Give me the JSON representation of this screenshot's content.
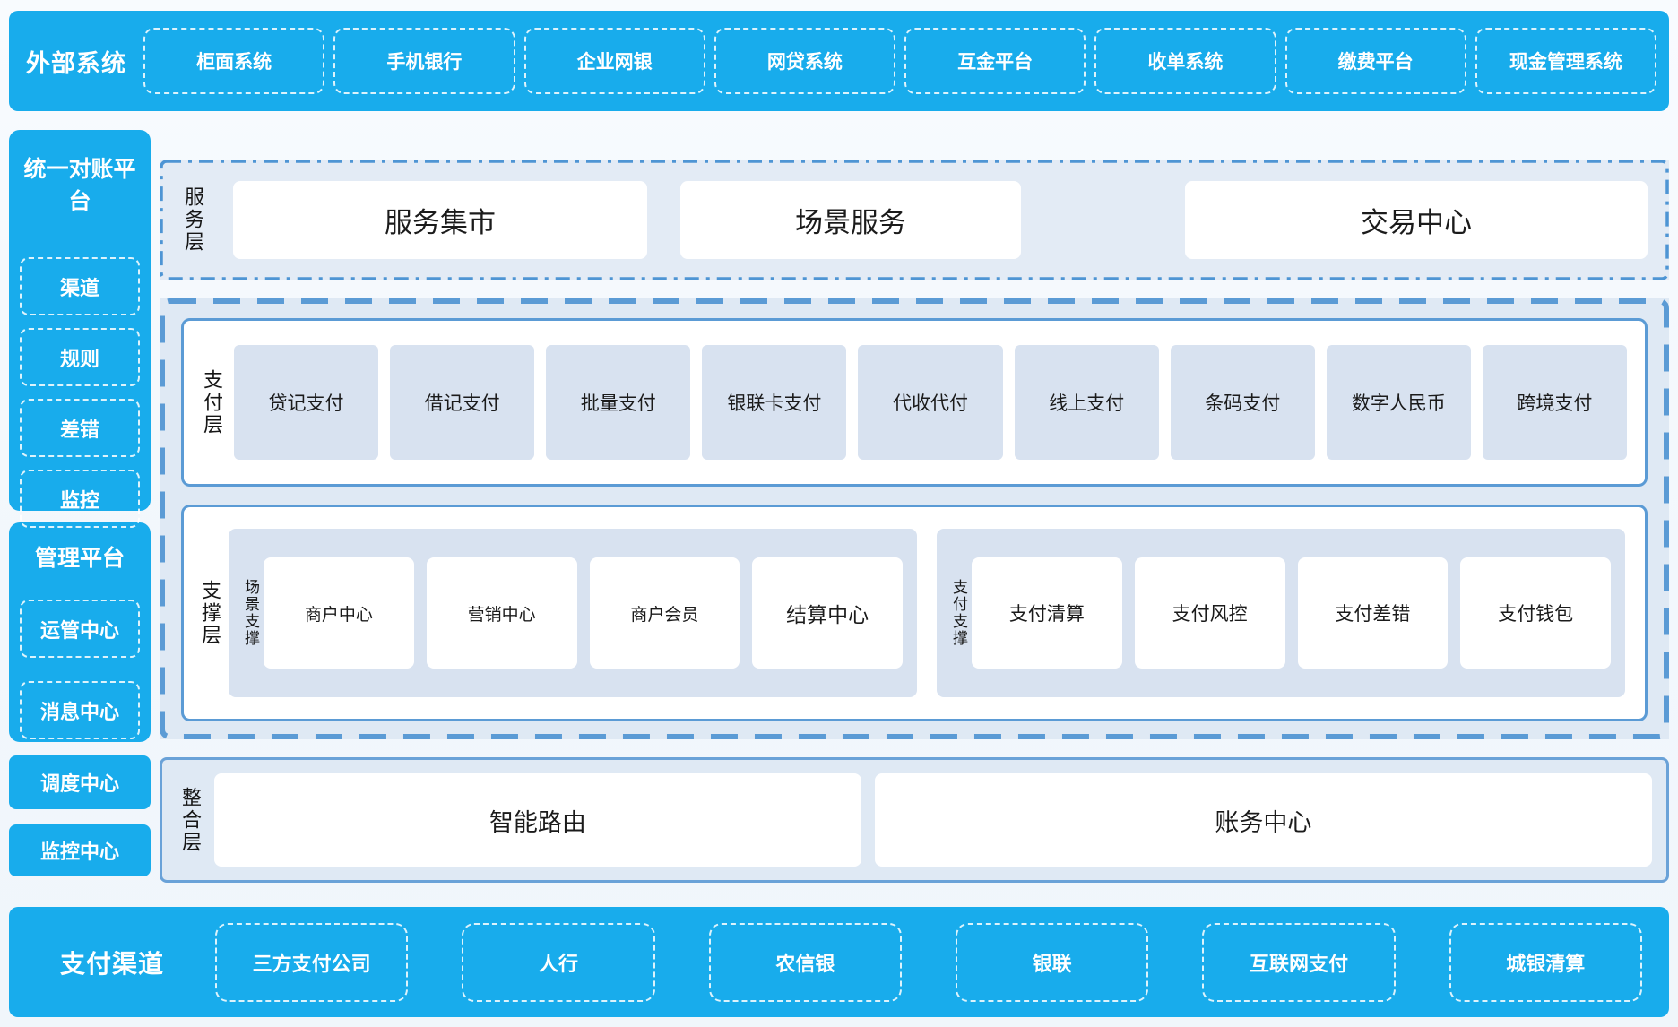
{
  "colors": {
    "brand_blue": "#18acec",
    "border_blue": "#5b9bd5",
    "section_bg": "#dfe9f4",
    "item_bg": "#d8e2f0",
    "page_bg": "#f2f7fc"
  },
  "external_systems": {
    "label": "外部系统",
    "items": [
      "柜面系统",
      "手机银行",
      "企业网银",
      "网贷系统",
      "互金平台",
      "收单系统",
      "缴费平台",
      "现金管理系统"
    ]
  },
  "reconciliation_platform": {
    "title": "统一对账平台",
    "items": [
      "渠道",
      "规则",
      "差错",
      "监控"
    ]
  },
  "management_platform": {
    "title": "管理平台",
    "items": [
      "运管中心",
      "消息中心"
    ]
  },
  "side_boxes": {
    "dispatch": "调度中心",
    "monitor": "监控中心"
  },
  "service_layer": {
    "label": "服务层",
    "items": [
      "服务集市",
      "场景服务",
      "交易中心"
    ]
  },
  "payment_layer": {
    "label": "支付层",
    "items": [
      "贷记支付",
      "借记支付",
      "批量支付",
      "银联卡支付",
      "代收代付",
      "线上支付",
      "条码支付",
      "数字人民币",
      "跨境支付"
    ]
  },
  "support_layer": {
    "label": "支撑层",
    "groups": [
      {
        "label": "场景支撑",
        "items": [
          "商户中心",
          "营销中心",
          "商户会员",
          "结算中心"
        ]
      },
      {
        "label": "支付支撑",
        "items": [
          "支付清算",
          "支付风控",
          "支付差错",
          "支付钱包"
        ]
      }
    ]
  },
  "integration_layer": {
    "label": "整合层",
    "items": [
      "智能路由",
      "账务中心"
    ]
  },
  "payment_channels": {
    "label": "支付渠道",
    "items": [
      "三方支付公司",
      "人行",
      "农信银",
      "银联",
      "互联网支付",
      "城银清算"
    ]
  }
}
